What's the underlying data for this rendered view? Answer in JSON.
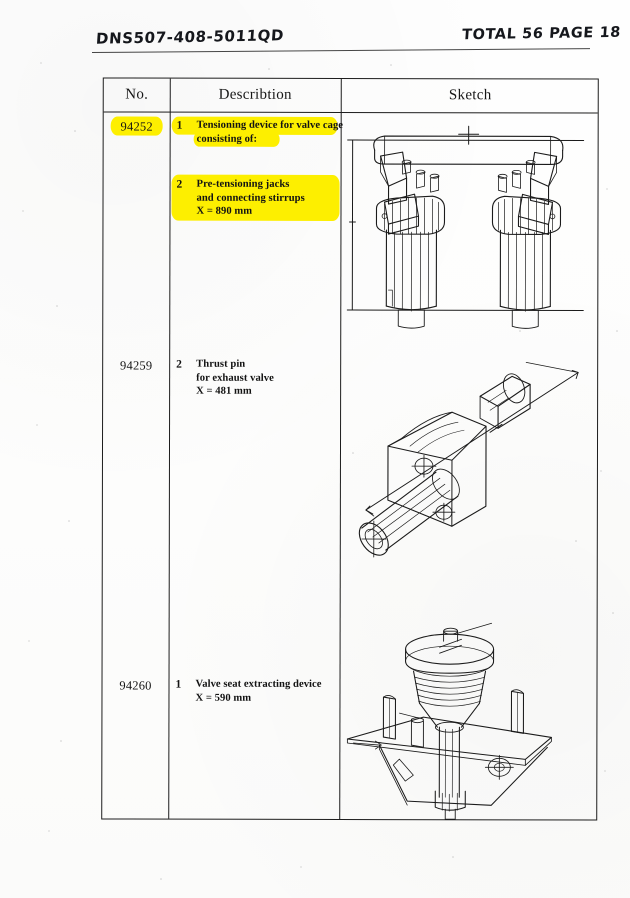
{
  "document": {
    "type": "scanned-spare-parts-catalogue-page",
    "header": {
      "doc_number_handwritten": "DNS507-408-5011QD",
      "total_pages_handwritten": "TOTAL 56  PAGE 18"
    }
  },
  "table": {
    "columns": [
      {
        "key": "no",
        "label": "No."
      },
      {
        "key": "description",
        "label": "Describtion"
      },
      {
        "key": "sketch",
        "label": "Sketch"
      }
    ],
    "rows": [
      {
        "no": "94252",
        "highlighted": true,
        "items": [
          {
            "qty": "1",
            "lines": [
              "Tensioning device for valve cage",
              "consisting of:"
            ],
            "highlighted": true
          },
          {
            "qty": "2",
            "lines": [
              "Pre-tensioning jacks",
              "and connecting stirrups",
              "X = 890 mm"
            ],
            "highlighted": true
          }
        ],
        "sketch": {
          "name": "tensioning-device-valve-cage",
          "caption": "Two pre-tensioning jacks with connecting stirrup, X dimension shown"
        }
      },
      {
        "no": "94259",
        "highlighted": false,
        "items": [
          {
            "qty": "2",
            "lines": [
              "Thrust pin",
              "for exhaust valve",
              "X = 481 mm"
            ],
            "highlighted": false
          }
        ],
        "sketch": {
          "name": "thrust-pin-exhaust-valve",
          "caption": "Isometric thrust pin with X dimension line"
        }
      },
      {
        "no": "94260",
        "highlighted": false,
        "items": [
          {
            "qty": "1",
            "lines": [
              "Valve seat extracting device",
              "X = 590 mm"
            ],
            "highlighted": false
          }
        ],
        "sketch": {
          "name": "valve-seat-extracting-device",
          "caption": "Valve seat extracting device on three-legged base"
        }
      }
    ]
  },
  "colors": {
    "highlighter": "#fff200",
    "ink": "#1a1a1a",
    "paper": "#fdfdfc"
  }
}
